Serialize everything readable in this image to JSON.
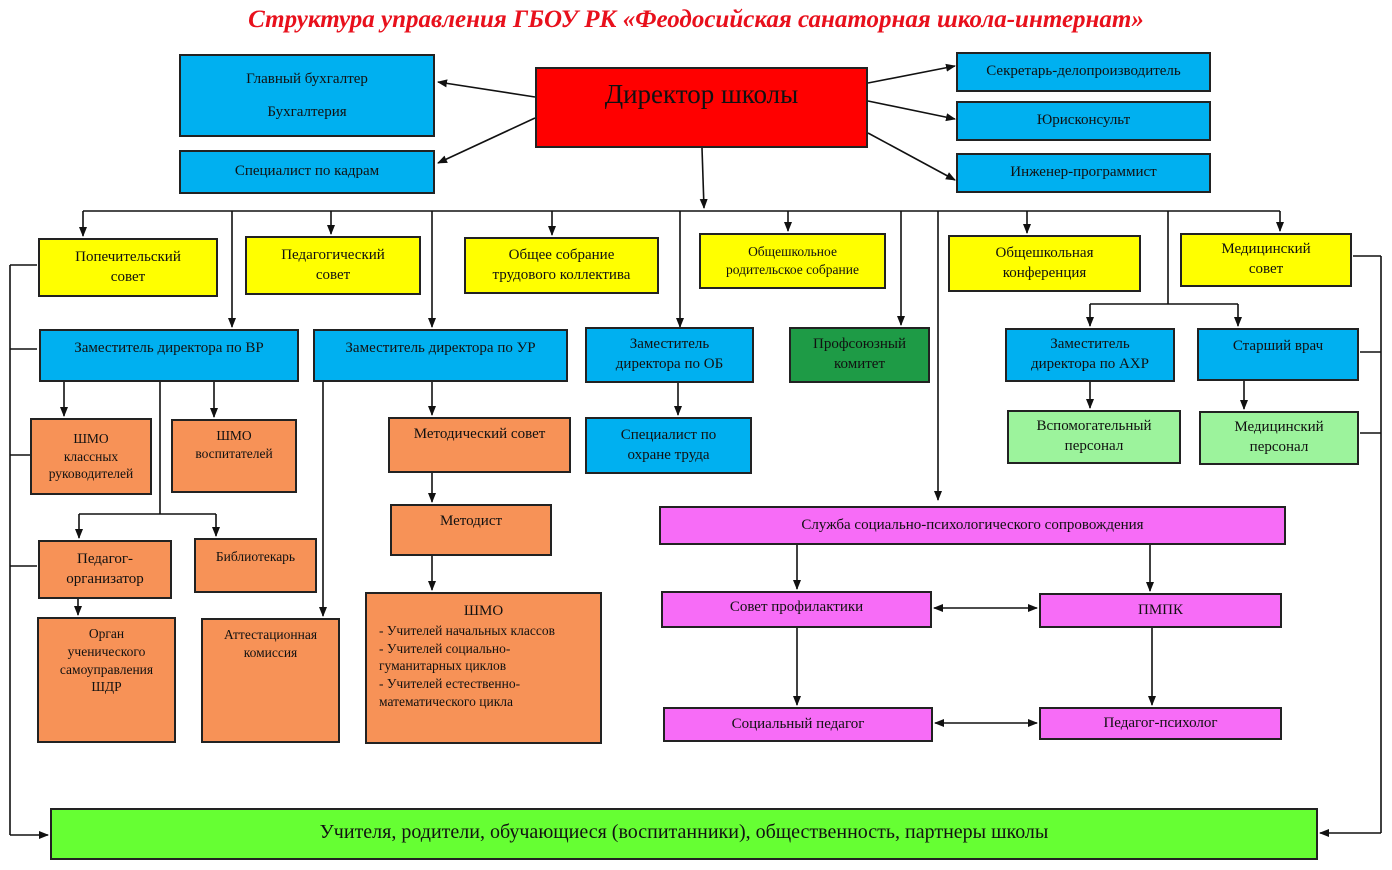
{
  "title": "Структура управления ГБОУ РК «Феодосийская санаторная школа-интернат»",
  "boxes": {
    "director": "Директор школы",
    "chief_accountant": "Главный бухгалтер\nБухгалтерия",
    "hr_specialist": "Специалист по кадрам",
    "secretary": "Секретарь-делопроизводитель",
    "legal_adviser": "Юрисконсульт",
    "engineer_programmer": "Инженер-программист",
    "board_of_trustees": "Попечительский\nсовет",
    "pedagogical_council": "Педагогический\nсовет",
    "general_meeting": "Общее собрание\nтрудового коллектива",
    "parent_meeting": "Общешкольное\nродительское собрание",
    "school_conference": "Общешкольная\nконференция",
    "medical_council": "Медицинский\nсовет",
    "deputy_vr": "Заместитель директора по ВР",
    "deputy_ur": "Заместитель директора по УР",
    "deputy_ob": "Заместитель\nдиректора по ОБ",
    "trade_union": "Профсоюзный\nкомитет",
    "deputy_ahr": "Заместитель\nдиректора по АХР",
    "senior_doctor": "Старший врач",
    "shmo_class_teachers": "ШМО\nклассных\nруководителей",
    "shmo_educators": "ШМО\nвоспитателей",
    "methodical_council": "Методический совет",
    "labor_safety": "Специалист по\nохране труда",
    "support_staff": "Вспомогательный\nперсонал",
    "medical_staff": "Медицинский\nперсонал",
    "methodist": "Методист",
    "teacher_organizer": "Педагог-\nорганизатор",
    "librarian": "Библиотекарь",
    "student_government": "Орган\nученического\nсамоуправления\nШДР",
    "attestation_commission": "Аттестационная\nкомиссия",
    "social_psych_service": "Служба социально-психологического сопровождения",
    "prevention_council": "Совет профилактики",
    "pmpk": "ПМПК",
    "social_pedagogue": "Социальный педагог",
    "psychologist": "Педагог-психолог",
    "stakeholders": "Учителя, родители, обучающиеся (воспитанники), общественность, партнеры школы"
  },
  "shmo_list": {
    "heading": "ШМО",
    "items": [
      "- Учителей начальных классов",
      "- Учителей социально-\nгуманитарных циклов",
      "- Учителей естественно-\nматематического цикла"
    ]
  },
  "colors": {
    "title": "#e8101c",
    "admin": "#00b0f0",
    "director": "#ff0000",
    "councils": "#ffff00",
    "methodical": "#f79257",
    "trade_union": "#1e9b46",
    "services": "#9cf39c",
    "social_psych": "#f76cf7",
    "stakeholders": "#66ff33"
  }
}
